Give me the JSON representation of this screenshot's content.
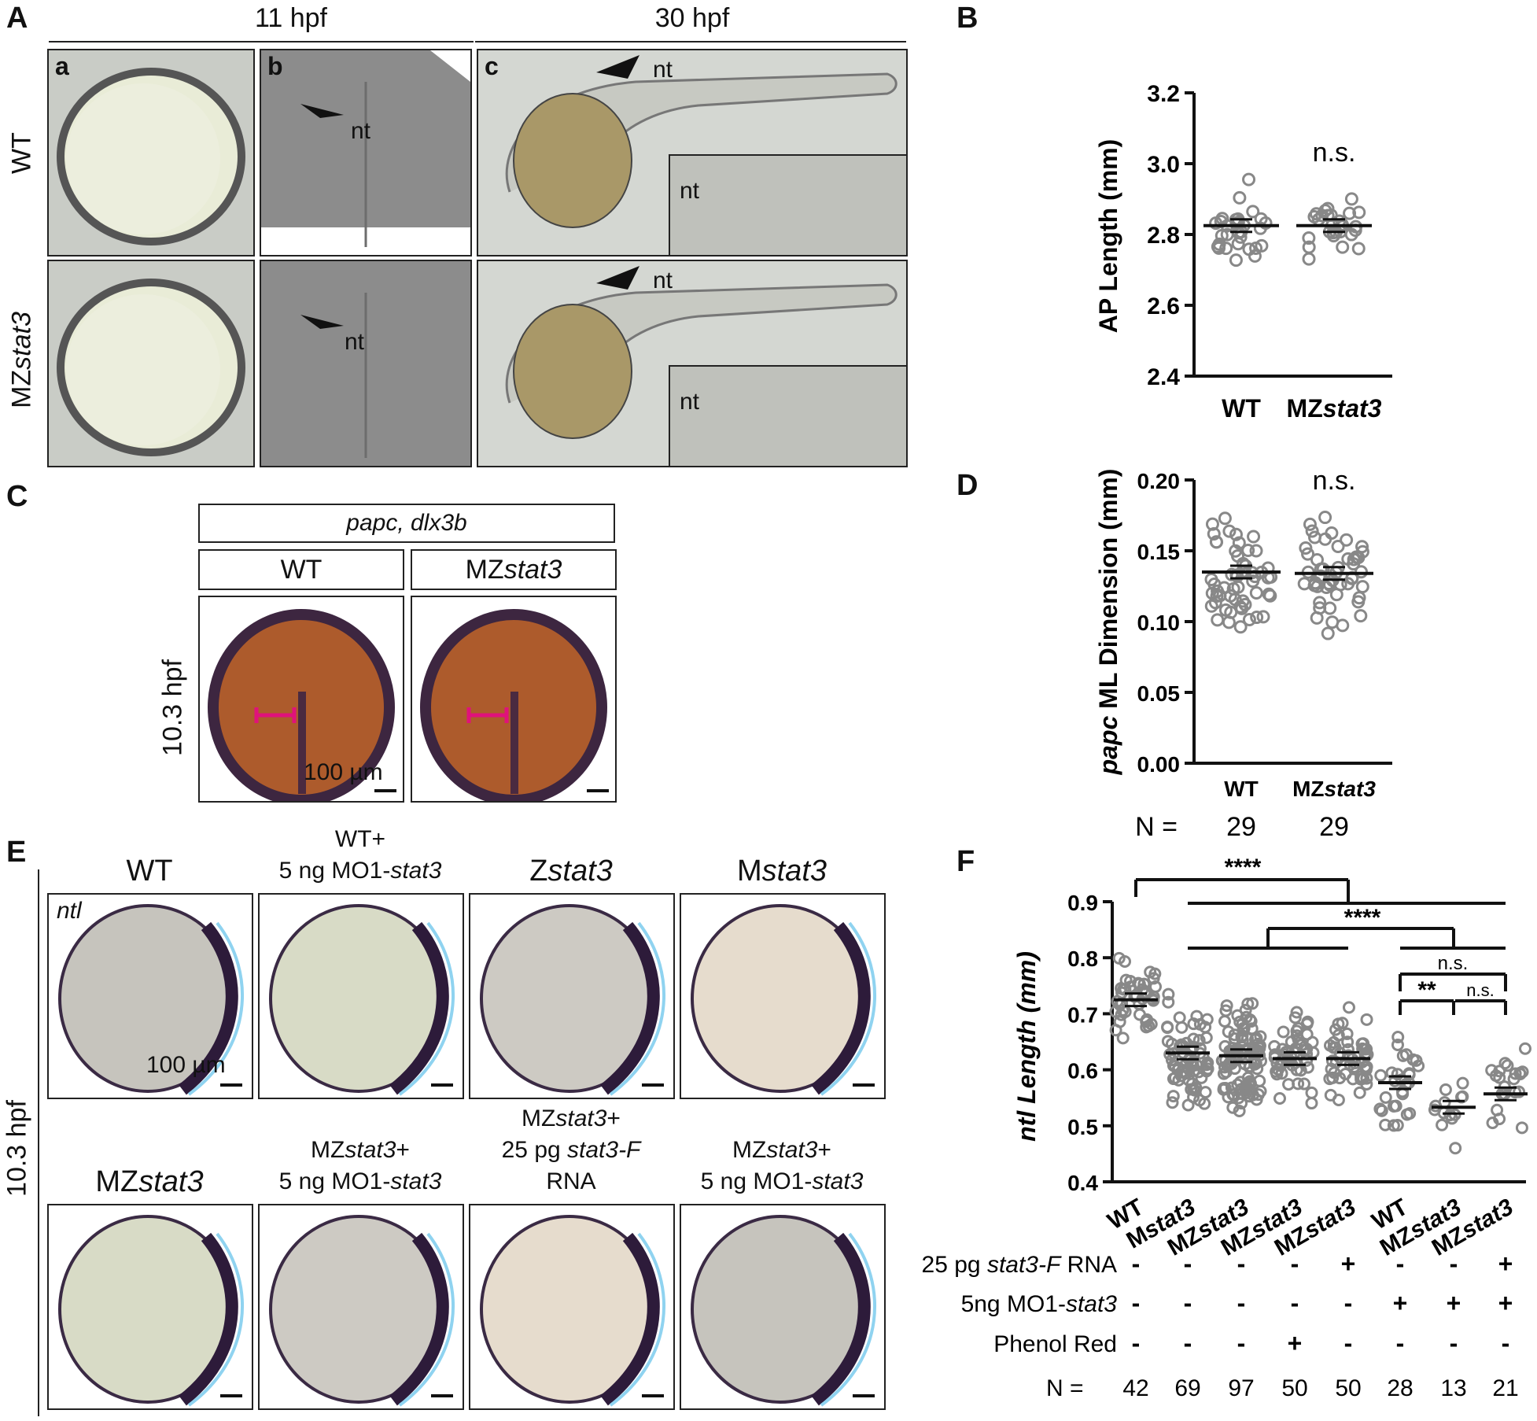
{
  "panels": {
    "A": {
      "letter": "A",
      "header_11": "11 hpf",
      "header_30": "30 hpf",
      "row_wt": "WT",
      "row_mz": "MZstat3",
      "row_mz_prefix": "MZ",
      "row_mz_gene": "stat3",
      "sub_a": "a",
      "sub_b": "b",
      "sub_c": "c",
      "nt": "nt"
    },
    "B": {
      "letter": "B"
    },
    "C": {
      "letter": "C",
      "genes": "papc, dlx3b",
      "wt": "WT",
      "mz_prefix": "MZ",
      "mz_gene": "stat3",
      "stage": "10.3 hpf",
      "scale": "100 µm"
    },
    "D": {
      "letter": "D"
    },
    "E": {
      "letter": "E",
      "stage": "10.3 hpf",
      "probe": "ntl",
      "scale": "100 µm",
      "top": [
        {
          "l1": "",
          "l2": "WT"
        },
        {
          "l1": "WT+",
          "l2": "5 ng MO1-stat3"
        },
        {
          "l1": "",
          "l2": "Zstat3"
        },
        {
          "l1": "",
          "l2": "Mstat3"
        }
      ],
      "bottom": [
        {
          "l1": "",
          "l2": "MZstat3"
        },
        {
          "l1": "MZstat3+",
          "l2": "5 ng MO1-stat3"
        },
        {
          "l1": "MZstat3+",
          "l1b": "25 pg stat3-F",
          "l2": "RNA"
        },
        {
          "l1": "MZstat3+",
          "l2": "5 ng MO1-stat3"
        }
      ]
    },
    "F": {
      "letter": "F"
    }
  },
  "chart_data": [
    {
      "id": "B",
      "type": "scatter",
      "ylabel": "AP Length (mm)",
      "ylim": [
        2.4,
        3.2
      ],
      "yticks": [
        "2.4",
        "2.6",
        "2.8",
        "3.0",
        "3.2"
      ],
      "categories": [
        "WT",
        "MZstat3"
      ],
      "means": [
        2.825,
        2.825
      ],
      "annotation": "n.s.",
      "grid": false
    },
    {
      "id": "D",
      "type": "scatter",
      "ylabel": "papc ML Dimension (mm)",
      "ylim": [
        0.0,
        0.2
      ],
      "yticks": [
        "0.00",
        "0.05",
        "0.10",
        "0.15",
        "0.20"
      ],
      "categories": [
        "WT",
        "MZstat3"
      ],
      "means": [
        0.135,
        0.134
      ],
      "annotation": "n.s.",
      "n_label": "N =",
      "n": [
        "29",
        "29"
      ],
      "grid": false
    },
    {
      "id": "F",
      "type": "scatter",
      "ylabel": "ntl Length (mm)",
      "ylim": [
        0.4,
        0.9
      ],
      "yticks": [
        "0.4",
        "0.5",
        "0.6",
        "0.7",
        "0.8",
        "0.9"
      ],
      "categories": [
        "WT",
        "Mstat3",
        "MZstat3",
        "MZstat3",
        "MZstat3",
        "WT",
        "MZstat3",
        "MZstat3"
      ],
      "means": [
        0.725,
        0.63,
        0.625,
        0.62,
        0.62,
        0.577,
        0.533,
        0.557
      ],
      "significance": [
        "****",
        "****",
        "n.s.",
        "**",
        "n.s."
      ],
      "conditions": [
        {
          "label": "25 pg stat3-F RNA",
          "values": [
            "-",
            "-",
            "-",
            "-",
            "+",
            "-",
            "-",
            "+"
          ]
        },
        {
          "label": "5ng MO1-stat3",
          "values": [
            "-",
            "-",
            "-",
            "-",
            "-",
            "+",
            "+",
            "+"
          ]
        },
        {
          "label": "Phenol Red",
          "values": [
            "-",
            "-",
            "-",
            "+",
            "-",
            "-",
            "-",
            "-"
          ]
        }
      ],
      "n_label": "N =",
      "n": [
        "42",
        "69",
        "97",
        "50",
        "50",
        "28",
        "13",
        "21"
      ],
      "grid": false
    }
  ],
  "colors": {
    "cyan_outline": "#8fd3f0",
    "magenta_bar": "#e0127a",
    "marker": "#888888"
  }
}
